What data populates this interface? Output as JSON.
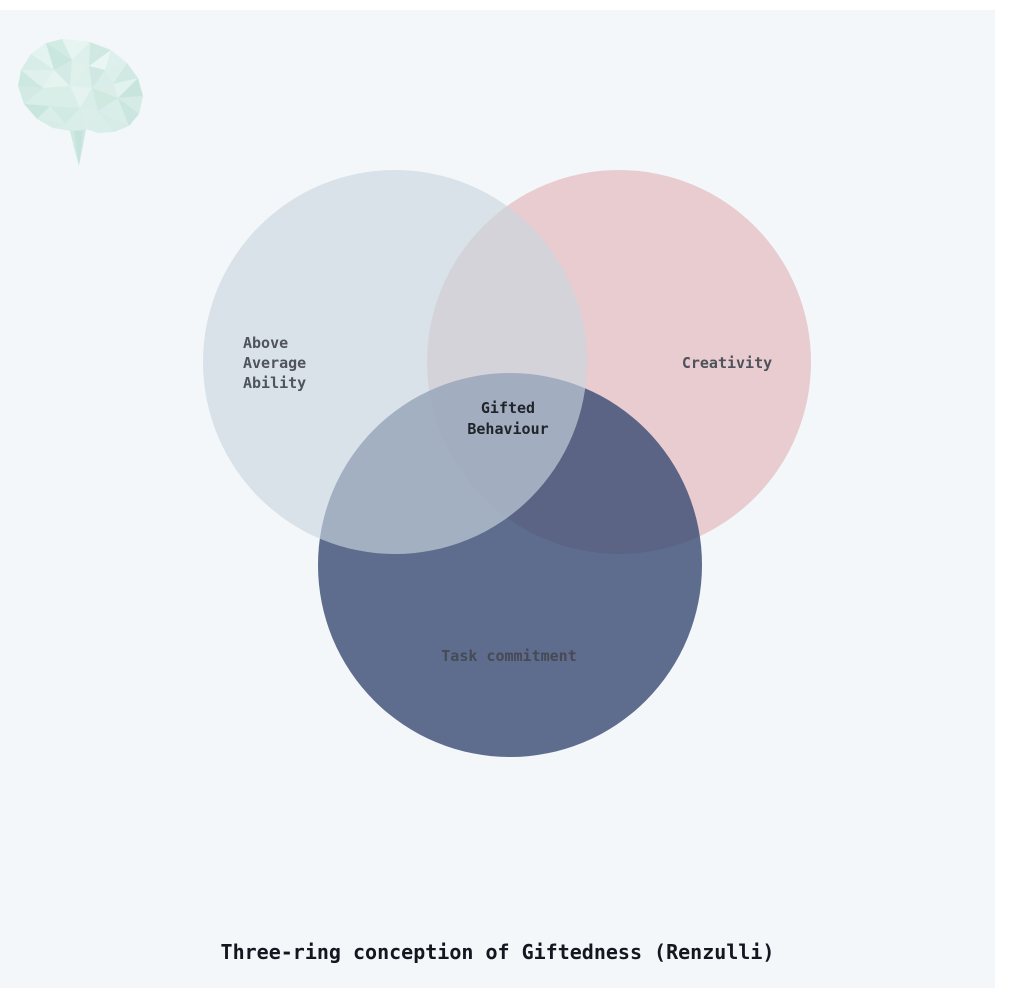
{
  "colors": {
    "page_bg": "#ffffff",
    "canvas_bg": "#f3f7fa",
    "creativity_fill": "#e8ccd0",
    "task_commitment_fill": "rgba(56,74,115,0.8)",
    "above_average_fill": "rgba(202,214,223,0.64)",
    "side_label_text": "#50545d",
    "task_label_text": "#454a54",
    "center_label_text": "#1f232a",
    "title_text": "#15161f",
    "brain_base": "#d9ede9"
  },
  "logo": {
    "name": "low-poly brain logo"
  },
  "venn": {
    "sets": [
      {
        "id": "above-average-ability",
        "label": "Above\nAverage\nAbility",
        "fill": "rgba(202,214,223,0.64)"
      },
      {
        "id": "creativity",
        "label": "Creativity",
        "fill": "#e8ccd0"
      },
      {
        "id": "task-commitment",
        "label": "Task commitment",
        "fill": "rgba(56,74,115,0.8)"
      }
    ],
    "intersection_label": "Gifted\nBehaviour"
  },
  "title": "Three-ring conception of Giftedness (Renzulli)"
}
